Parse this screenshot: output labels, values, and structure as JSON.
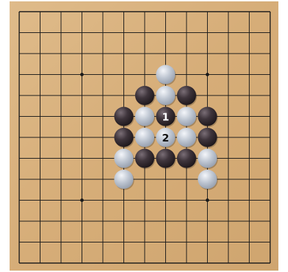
{
  "board": {
    "size": 13,
    "background": "#d8b27f",
    "line_color": "#1a1a1a",
    "star_points": [
      [
        3,
        3
      ],
      [
        9,
        3
      ],
      [
        3,
        9
      ],
      [
        9,
        9
      ]
    ]
  },
  "stones": [
    {
      "col": 7,
      "row": 3,
      "color": "white"
    },
    {
      "col": 6,
      "row": 4,
      "color": "black"
    },
    {
      "col": 7,
      "row": 4,
      "color": "white"
    },
    {
      "col": 8,
      "row": 4,
      "color": "black"
    },
    {
      "col": 5,
      "row": 5,
      "color": "black"
    },
    {
      "col": 6,
      "row": 5,
      "color": "white"
    },
    {
      "col": 7,
      "row": 5,
      "color": "black",
      "label": "1"
    },
    {
      "col": 8,
      "row": 5,
      "color": "white"
    },
    {
      "col": 9,
      "row": 5,
      "color": "black"
    },
    {
      "col": 5,
      "row": 6,
      "color": "black"
    },
    {
      "col": 6,
      "row": 6,
      "color": "white"
    },
    {
      "col": 7,
      "row": 6,
      "color": "white",
      "label": "2"
    },
    {
      "col": 8,
      "row": 6,
      "color": "white"
    },
    {
      "col": 9,
      "row": 6,
      "color": "black"
    },
    {
      "col": 5,
      "row": 7,
      "color": "white"
    },
    {
      "col": 6,
      "row": 7,
      "color": "black"
    },
    {
      "col": 7,
      "row": 7,
      "color": "black"
    },
    {
      "col": 8,
      "row": 7,
      "color": "black"
    },
    {
      "col": 9,
      "row": 7,
      "color": "white"
    },
    {
      "col": 5,
      "row": 8,
      "color": "white"
    },
    {
      "col": 9,
      "row": 8,
      "color": "white"
    }
  ],
  "colors": {
    "black_stone": "#3b3238",
    "white_stone": "#b8c0cc",
    "label_on_black": "#ffffff",
    "label_on_white": "#111111"
  }
}
